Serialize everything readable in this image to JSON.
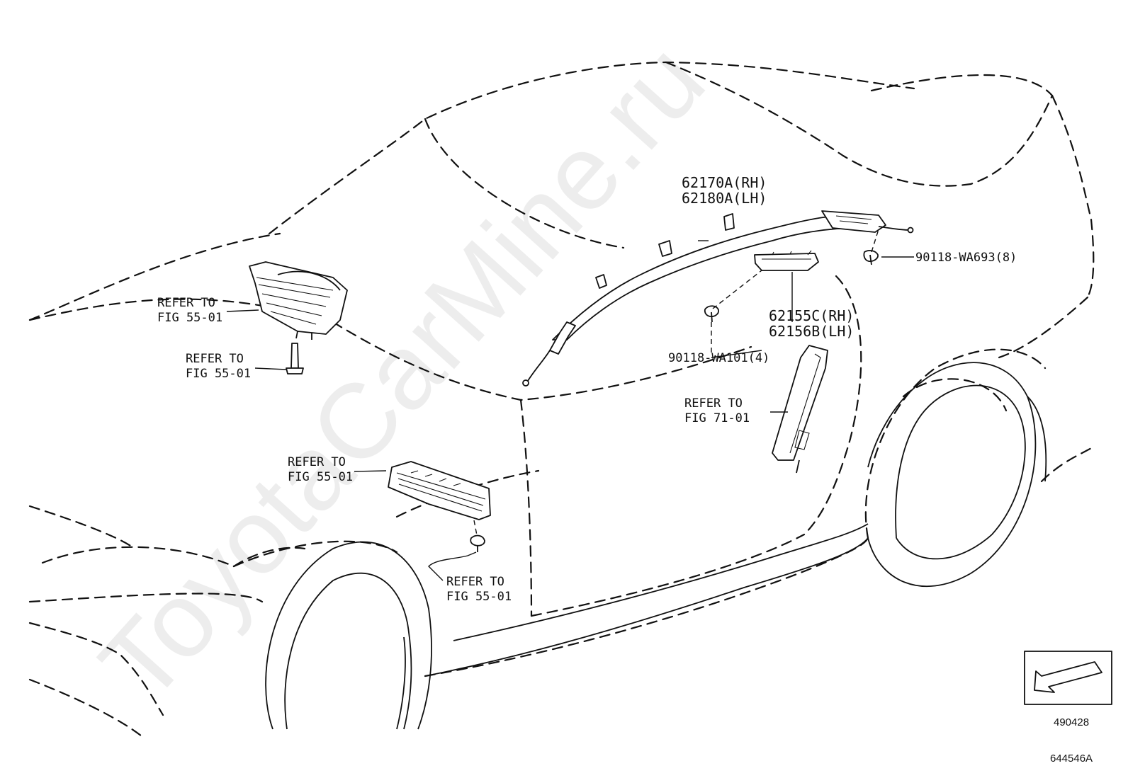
{
  "watermark": "ToyotaCarMine.ru",
  "parts": {
    "curtain_airbag": {
      "rh": "62170A(RH)",
      "lh": "62180A(LH)"
    },
    "front_seat_airbag": {
      "rh": "62155C(RH)",
      "lh": "62156B(LH)"
    },
    "clip_rear": "90118-WA693(8)",
    "clip_front": "90118-WA101(4)"
  },
  "refs": {
    "dash_line1": "REFER TO",
    "dash_line2": "FIG 55-01",
    "dash_bolt_line1": "REFER TO",
    "dash_bolt_line2": "FIG 55-01",
    "knee_line1": "REFER TO",
    "knee_line2": "FIG 55-01",
    "knee_clip_line1": "REFER TO",
    "knee_clip_line2": "FIG 55-01",
    "seat_line1": "REFER TO",
    "seat_line2": "FIG 71-01"
  },
  "view_indicator_code": "490428",
  "illustration_code": "644546A"
}
